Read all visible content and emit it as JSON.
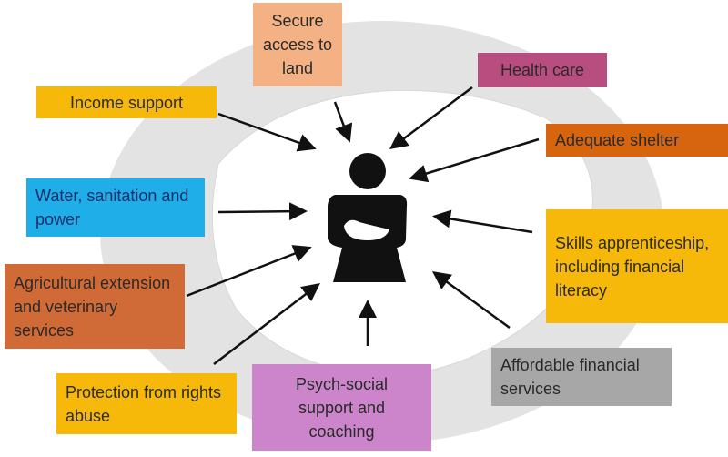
{
  "center_figure": "mother-with-baby-icon",
  "boxes": {
    "land": {
      "label": "Secure access to land",
      "color": "#F4B183"
    },
    "health": {
      "label": "Health care",
      "color": "#B84D80"
    },
    "income": {
      "label": "Income support",
      "color": "#F6B90A"
    },
    "shelter": {
      "label": "Adequate shelter",
      "color": "#D7650F"
    },
    "water": {
      "label": "Water, sanitation and power",
      "color": "#1FAEE8"
    },
    "skills": {
      "label": "Skills apprenticeship, including financial literacy",
      "color": "#F6B90A"
    },
    "agri": {
      "label": "Agricultural extension and veterinary services",
      "color": "#D06B37"
    },
    "finance": {
      "label": "Affordable financial services",
      "color": "#A7A7A7"
    },
    "protection": {
      "label": "Protection from rights abuse",
      "color": "#F6B90A"
    },
    "psych": {
      "label": "Psych-social support and coaching",
      "color": "#CC85CA"
    }
  }
}
